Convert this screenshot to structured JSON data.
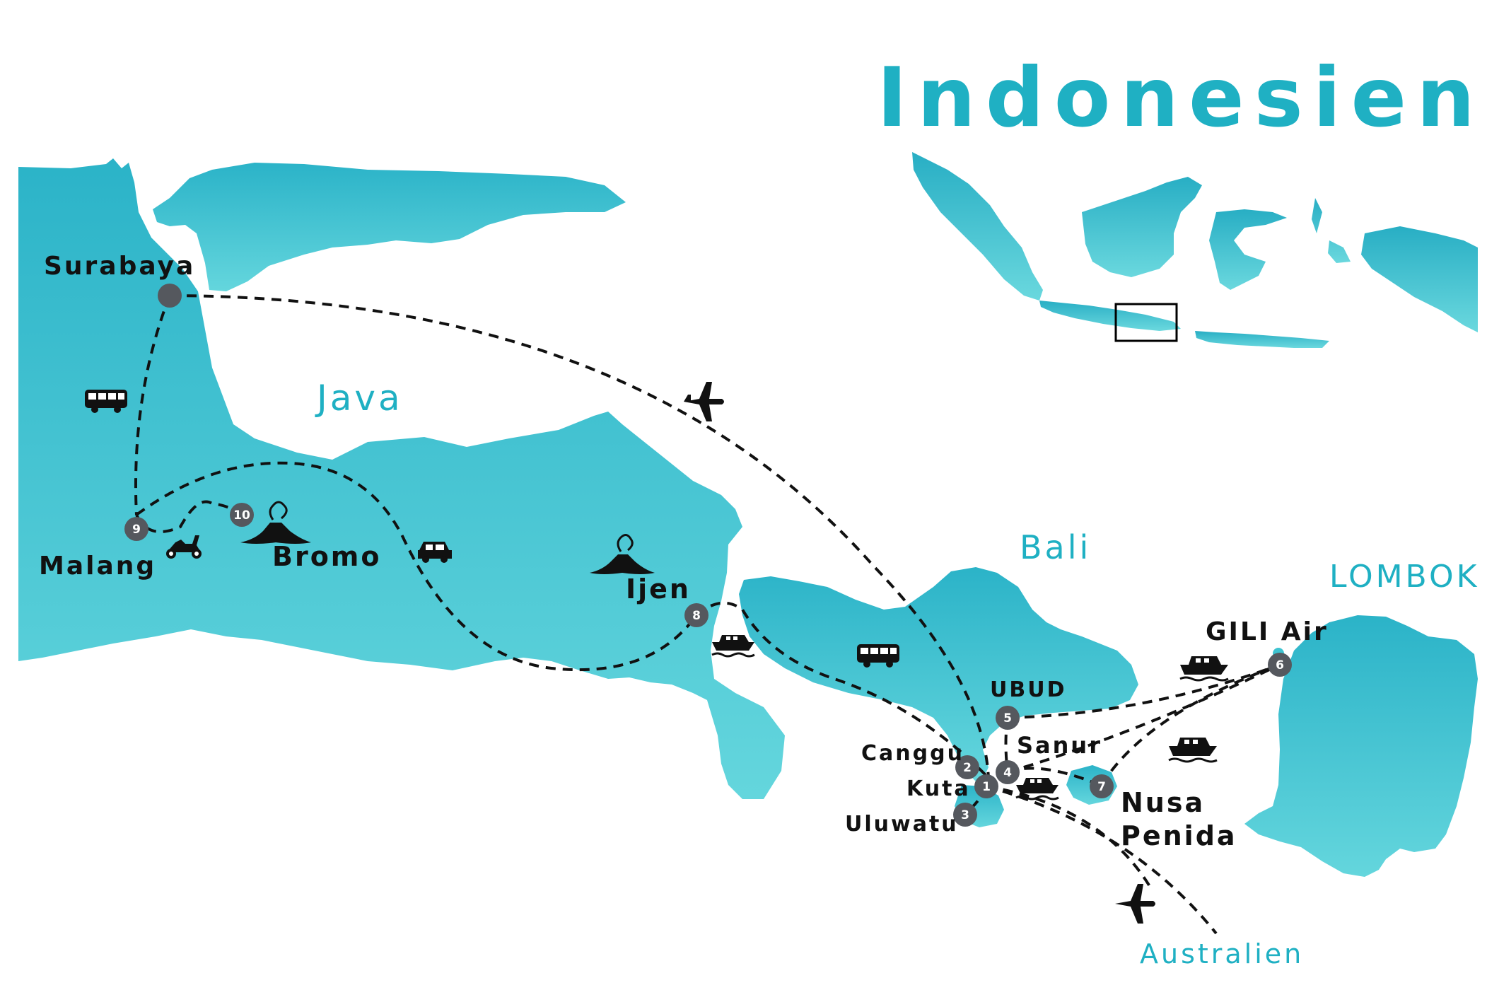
{
  "title": "Indonesien",
  "regions": {
    "java": "Java",
    "bali": "Bali",
    "lombok": "LOMBOK",
    "australia": "Australien"
  },
  "places": {
    "surabaya": "Surabaya",
    "malang": "Malang",
    "bromo": "Bromo",
    "ijen": "Ijen",
    "gili_air": "GILI Air",
    "ubud": "UBUD",
    "canggu": "Canggu",
    "kuta": "Kuta",
    "uluwatu": "Uluwatu",
    "sanur": "Sanur",
    "nusa_penida_1": "Nusa",
    "nusa_penida_2": "Penida"
  },
  "stops": [
    "1",
    "2",
    "3",
    "4",
    "5",
    "6",
    "7",
    "8",
    "9",
    "10"
  ],
  "colors": {
    "land_top": "#2bb3c8",
    "land_bottom": "#64d6dd",
    "title": "#1fb0c3",
    "marker": "#55585e",
    "route": "#111111"
  },
  "icons": [
    "airplane-icon",
    "bus-icon",
    "car-icon",
    "scooter-icon",
    "ferry-icon",
    "volcano-icon"
  ]
}
